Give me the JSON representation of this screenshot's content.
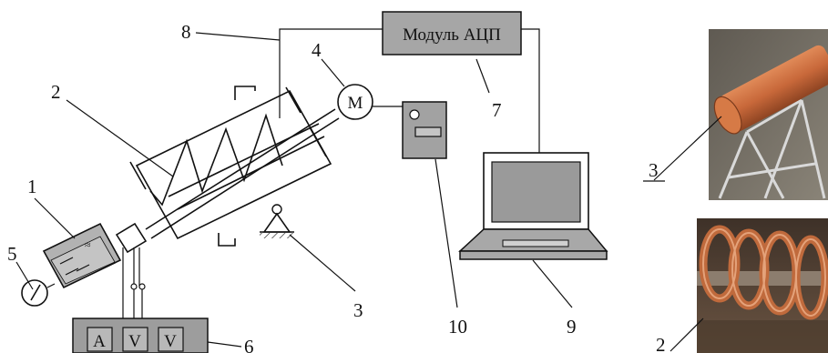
{
  "module_label": "Модуль АЦП",
  "motor_label": "M",
  "meters": [
    "A",
    "V",
    "V"
  ],
  "callouts": {
    "n1": "1",
    "n2": "2",
    "n3": "3",
    "n4": "4",
    "n5": "5",
    "n6": "6",
    "n7": "7",
    "n8": "8",
    "n9": "9",
    "n10": "10",
    "photo_top": "3",
    "photo_bottom": "2"
  },
  "colors": {
    "module_box": "#a6a6a6",
    "meter_panel": "#9d9d9d",
    "laptop_screen": "#9a9a9a",
    "computer_box": "#a2a2a2",
    "vessel": "#b2b2b2",
    "tube_photo": "#c8683a",
    "coil_photo": "#b0623c"
  }
}
